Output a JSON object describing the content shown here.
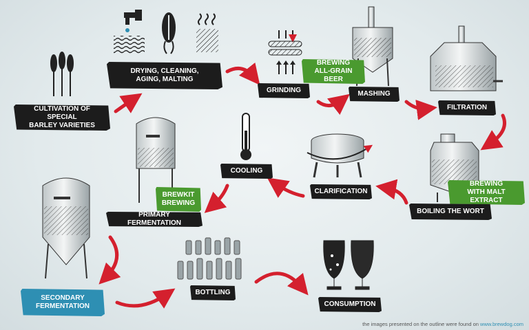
{
  "steps": {
    "cultivation": "CULTIVATION OF SPECIAL\nBARLEY VARIETIES",
    "drying": "DRYING, CLEANING,\nAGING, MALTING",
    "grinding": "GRINDING",
    "brewing_grain": "BREWING\nALL-GRAIN BEER",
    "mashing": "MASHING",
    "filtration": "FILTRATION",
    "cooling": "COOLING",
    "clarification": "CLARIFICATION",
    "boiling": "BOILING THE WORT",
    "brewing_extract": "BREWING\nWITH MALT EXTRACT",
    "brewkit": "BREWKIT\nBREWING",
    "primary": "PRIMARY FERMENTATION",
    "secondary": "SECONDARY\nFERMENTATION",
    "bottling": "BOTTLING",
    "consumption": "CONSUMPTION"
  },
  "footer": {
    "text": "the images presented on the outline were found on",
    "link": "www.brewdog.com"
  },
  "colors": {
    "label": "#1c1c1c",
    "green": "#4a9a2f",
    "blue": "#2e8fb3",
    "arrow": "#d4202e",
    "icon": "#1f1f1f"
  }
}
